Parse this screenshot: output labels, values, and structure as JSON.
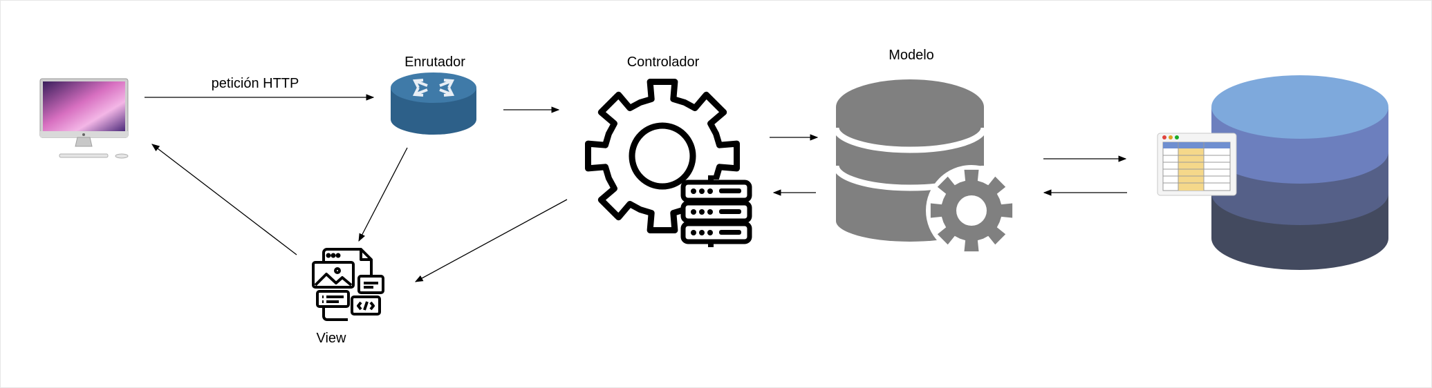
{
  "labels": {
    "request": "petición HTTP",
    "router": "Enrutador",
    "controller": "Controlador",
    "model": "Modelo",
    "view": "View"
  },
  "colors": {
    "router_top": "#3f7aa8",
    "router_side": "#2d6089",
    "model_gray": "#808080",
    "db_layer1": "#7ea9dc",
    "db_layer2": "#6c7fbe",
    "db_layer3": "#556088",
    "db_layer4": "#434a5f",
    "table_highlight": "#f5d88a"
  },
  "icons": [
    "computer-icon",
    "router-icon",
    "controller-gear-icon",
    "model-database-gear-icon",
    "database-icon",
    "table-window-icon",
    "view-document-icon"
  ]
}
